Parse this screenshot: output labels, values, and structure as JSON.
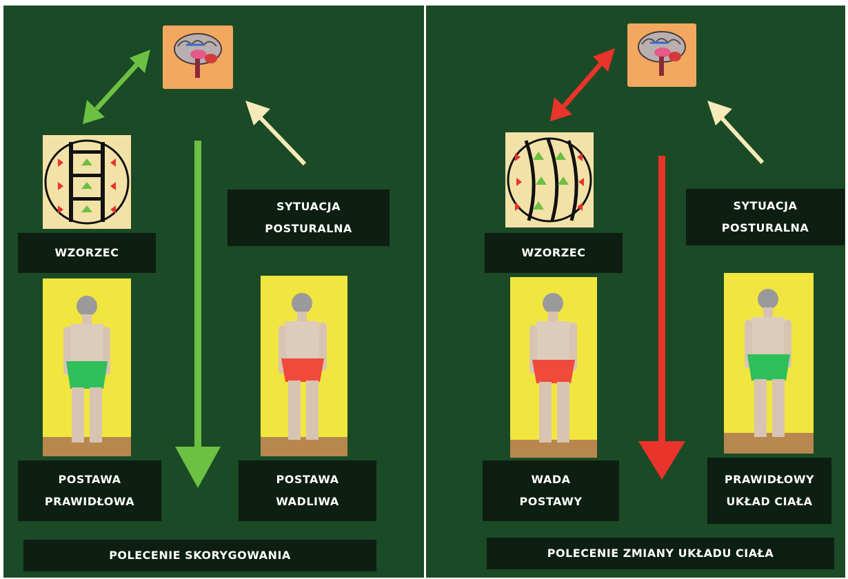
{
  "colors": {
    "background": "#1b4a26",
    "label_bg": "#0d1e12",
    "label_text": "#ffffff",
    "good": "#6cc043",
    "bad": "#e8342a",
    "input_arrow": "#f6eab8",
    "brain_bg": "#f3a860",
    "photo_bg": "#f1e63f"
  },
  "left": {
    "pattern": "WZORZEC",
    "situation": [
      "SYTUACJA",
      "POSTURALNA"
    ],
    "posture_a": [
      "POSTAWA",
      "PRAWIDŁOWA"
    ],
    "posture_b": [
      "POSTAWA",
      "WADLIWA"
    ],
    "command": "POLECENIE SKORYGOWANIA"
  },
  "right": {
    "pattern": "WZORZEC",
    "situation": [
      "SYTUACJA",
      "POSTURALNA"
    ],
    "posture_a": [
      "WADA",
      "POSTAWY"
    ],
    "posture_b": [
      "PRAWIDŁOWY",
      "UKŁAD CIAŁA"
    ],
    "command": "POLECENIE ZMIANY UKŁADU CIAŁA"
  },
  "icons": [
    "brain-icon",
    "spine-pattern-icon",
    "child-figure-icon",
    "double-arrow-icon",
    "down-arrow-icon",
    "input-arrow-icon"
  ]
}
